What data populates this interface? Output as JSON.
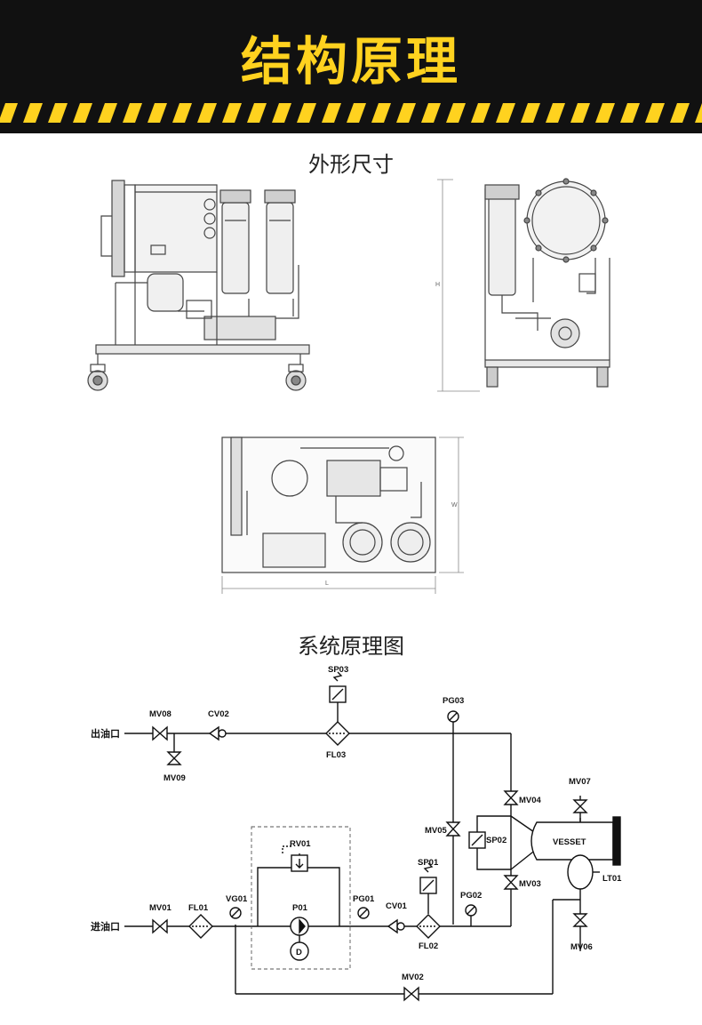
{
  "header": {
    "title": "结构原理",
    "background": "#111111",
    "accent": "#ffd21f"
  },
  "dimensions_section": {
    "title": "外形尺寸",
    "side_height_label": "H",
    "top_length_label": "L",
    "top_width_label": "W"
  },
  "schematic_section": {
    "title": "系统原理图",
    "labels": {
      "outlet": "出油口",
      "inlet": "进油口",
      "mv08": "MV08",
      "cv02": "CV02",
      "mv09": "MV09",
      "sp03": "SP03",
      "fl03": "FL03",
      "pg03": "PG03",
      "mv04": "MV04",
      "mv07": "MV07",
      "mv05": "MV05",
      "sp02": "SP02",
      "vesset": "VESSET",
      "rv01": "RV01",
      "sp01": "SP01",
      "mv03": "MV03",
      "lt01": "LT01",
      "mv01": "MV01",
      "fl01": "FL01",
      "vg01": "VG01",
      "p01": "P01",
      "pg01": "PG01",
      "cv01": "CV01",
      "pg02": "PG02",
      "fl02": "FL02",
      "mv06": "MV06",
      "mv02": "MV02",
      "motor": "D"
    }
  }
}
